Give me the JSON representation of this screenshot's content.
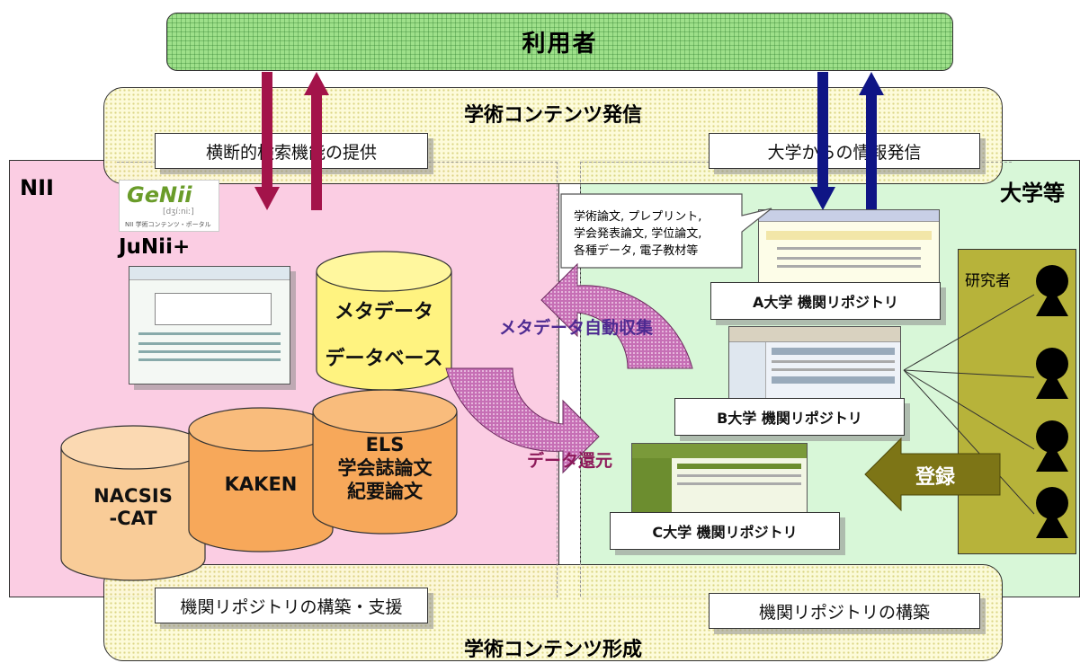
{
  "top": {
    "users": "利用者",
    "dissemination": "学術コンテンツ発信",
    "formation": "学術コンテンツ形成"
  },
  "nii": {
    "region_label": "NII",
    "logo_text": "GeNii",
    "logo_sub": "[dʒí:niː]",
    "logo_caption": "NII 学術コンテンツ・ポータル",
    "junii": "JuNii+",
    "cross_search": "横断的検索機能の提供",
    "repo_support": "機関リポジトリの構築・支援",
    "metadata_db": [
      "メタデータ",
      "データベース"
    ],
    "db_nacsis": [
      "NACSIS",
      "-CAT"
    ],
    "db_kaken": "KAKEN",
    "db_els": [
      "ELS",
      "学会誌論文",
      "紀要論文"
    ]
  },
  "univ": {
    "region_label": "大学等",
    "info_dissemination": "大学からの情報発信",
    "repo_build": "機関リポジトリの構築",
    "content_types": [
      "学術論文, プレプリント,",
      "学会発表論文, 学位論文,",
      "各種データ, 電子教材等"
    ],
    "repo_a": "A大学 機関リポジトリ",
    "repo_b": "B大学 機関リポジトリ",
    "repo_c": "C大学 機関リポジトリ",
    "researcher": "研究者",
    "register": "登録"
  },
  "cycle": {
    "harvest": "メタデータ自動収集",
    "return": "データ還元"
  },
  "colors": {
    "users_fill": "#9ee08a",
    "yellow_band": "#fdfbd8",
    "nii_pink": "#fbcde3",
    "univ_green": "#d8f7d8",
    "cylinder_yellow": "#fff380",
    "cylinder_orange": "#f7a85a",
    "cylinder_light": "#f9cc98",
    "cycle_purple": "#c66fb5",
    "arrow_crimson": "#a3134a",
    "arrow_navy": "#0f1585",
    "researcher_panel": "#b7b33a",
    "register_arrow": "#7d7516"
  }
}
